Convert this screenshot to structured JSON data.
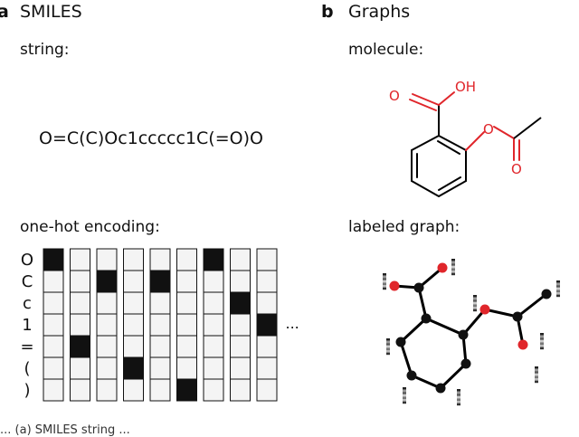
{
  "panel_a": {
    "letter": "a",
    "title": "SMILES",
    "string_label": "string:",
    "smiles": "O=C(C)Oc1ccccc1C(=O)O",
    "onehot_label": "one-hot encoding:",
    "vocab": [
      "O",
      "C",
      "c",
      "1",
      "=",
      "(",
      ")"
    ],
    "ellipsis": "...",
    "onehot": [
      [
        1,
        0,
        0,
        0,
        0,
        0,
        0
      ],
      [
        0,
        0,
        0,
        0,
        1,
        0,
        0
      ],
      [
        0,
        1,
        0,
        0,
        0,
        0,
        0
      ],
      [
        0,
        0,
        0,
        0,
        0,
        1,
        0
      ],
      [
        0,
        1,
        0,
        0,
        0,
        0,
        0
      ],
      [
        0,
        0,
        0,
        0,
        0,
        0,
        1
      ],
      [
        1,
        0,
        0,
        0,
        0,
        0,
        0
      ],
      [
        0,
        0,
        1,
        0,
        0,
        0,
        0
      ],
      [
        0,
        0,
        0,
        1,
        0,
        0,
        0
      ]
    ]
  },
  "panel_b": {
    "letter": "b",
    "title": "Graphs",
    "molecule_label": "molecule:",
    "oh_label": "OH",
    "o_label": "O",
    "graph_label": "labeled graph:"
  },
  "colors": {
    "oxygen": "#e0262b",
    "bond": "#000000",
    "filled_cell": "#111111"
  },
  "caption_fragment": "... (a) SMILES string ..."
}
